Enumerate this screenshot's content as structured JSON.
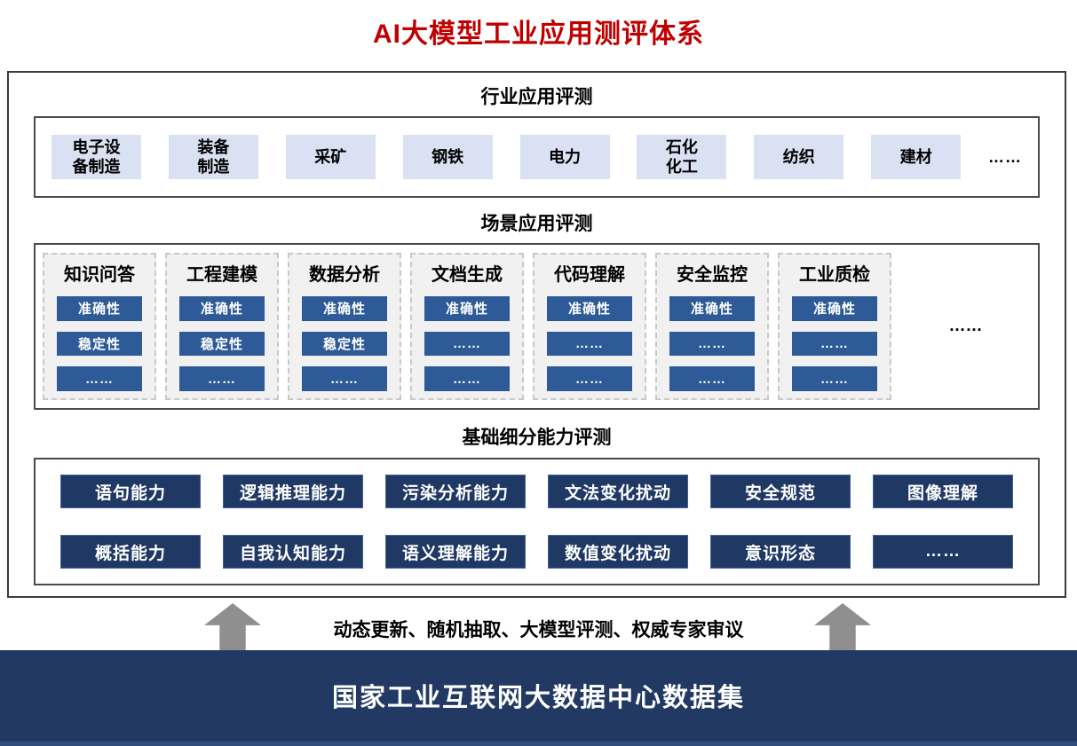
{
  "title": "AI大模型工业应用测评体系",
  "colors": {
    "title_red": "#C00000",
    "industry_box_fill": "#D9E1F2",
    "scenario_box_fill": "#2E5B97",
    "capability_box_fill": "#1F3864",
    "banner_fill": "#223A63",
    "arrow_gray": "#8F8F8F",
    "column_fill": "#F1F1F2"
  },
  "sections": {
    "industry": {
      "header": "行业应用评测",
      "items": [
        "电子设\n备制造",
        "装备\n制造",
        "采矿",
        "钢铁",
        "电力",
        "石化\n化工",
        "纺织",
        "建材"
      ],
      "more": "……"
    },
    "scenario": {
      "header": "场景应用评测",
      "columns": [
        {
          "title": "知识问答",
          "items": [
            "准确性",
            "稳定性",
            "……"
          ]
        },
        {
          "title": "工程建模",
          "items": [
            "准确性",
            "稳定性",
            "……"
          ]
        },
        {
          "title": "数据分析",
          "items": [
            "准确性",
            "稳定性",
            "……"
          ]
        },
        {
          "title": "文档生成",
          "items": [
            "准确性",
            "……",
            "……"
          ]
        },
        {
          "title": "代码理解",
          "items": [
            "准确性",
            "……",
            "……"
          ]
        },
        {
          "title": "安全监控",
          "items": [
            "准确性",
            "……",
            "……"
          ]
        },
        {
          "title": "工业质检",
          "items": [
            "准确性",
            "……",
            "……"
          ]
        }
      ],
      "more": "……"
    },
    "capability": {
      "header": "基础细分能力评测",
      "rows": [
        [
          "语句能力",
          "逻辑推理能力",
          "污染分析能力",
          "文法变化扰动",
          "安全规范",
          "图像理解"
        ],
        [
          "概括能力",
          "自我认知能力",
          "语义理解能力",
          "数值变化扰动",
          "意识形态",
          "……"
        ]
      ]
    }
  },
  "pipeline": {
    "label": "动态更新、随机抽取、大模型评测、权威专家审议"
  },
  "banner": {
    "label": "国家工业互联网大数据中心数据集"
  }
}
